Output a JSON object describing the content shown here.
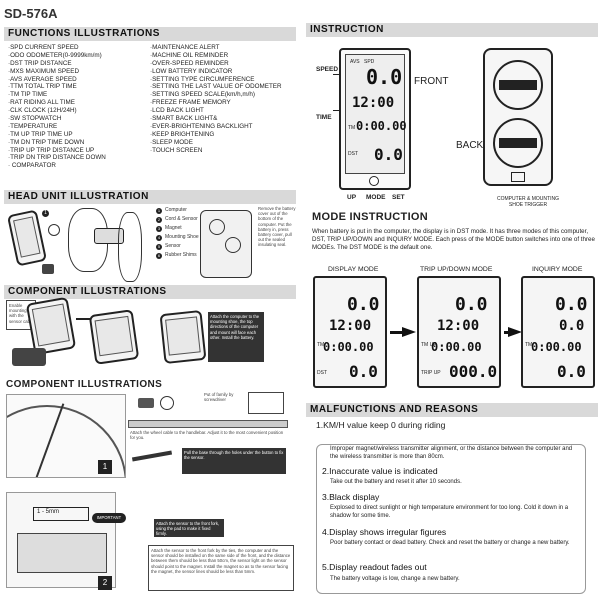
{
  "title": "SD-576A",
  "left": {
    "functions_heading": "FUNCTIONS ILLUSTRATIONS",
    "functions_col1": [
      "SPD   CURRENT SPEED",
      "ODO   ODOMETER(0-9999km/m)",
      "DST   TRIP DISTANCE",
      "MXS   MAXIMUM SPEED",
      "AVS   AVERAGE SPEED",
      "TTM   TOTAL TRIP TIME",
      "TM    TIP TIME",
      "RAT   RIDING ALL TIME",
      "CLK   CLOCK (12H/24H)",
      "SW    STOPWATCH",
      "TEMPERATURE",
      "TM UP   TRIP TIME UP",
      "TM DN   TRIP TIME DOWN",
      "TRIP UP   TRIP DISTANCE UP",
      "TRIP DN   TRIP DISTANCE DOWN",
      "      COMPARATOR"
    ],
    "functions_col2": [
      "MAINTENANCE ALERT",
      "MACHINE OIL REMINDER",
      "OVER-SPEED REMINDER",
      "LOW BATTERY INDICATOR",
      "SETTING TYPE CIRCUMFERENCE",
      "SETTING THE LAST VALUE OF ODOMETER",
      "SETTING SPEED SCALE(km/h,m/h)",
      "FREEZE FRAME MEMORY",
      "LCD BACK LIGHT",
      "SMART BACK LIGHT&",
      "EVER-BRIGHTENING BACKLIGHT",
      "KEEP BRIGHTENING",
      "SLEEP MODE",
      "TOUCH SCREEN"
    ],
    "head_unit_heading": "HEAD UNIT ILLUSTRATION",
    "parts": [
      {
        "n": "1",
        "label": "Computer"
      },
      {
        "n": "2",
        "label": "Cord & Sensor"
      },
      {
        "n": "3",
        "label": "Magnet"
      },
      {
        "n": "4",
        "label": "Mounting Shoe"
      },
      {
        "n": "5",
        "label": "Sensor"
      },
      {
        "n": "6",
        "label": "Rubber Shims"
      }
    ],
    "head_unit_note": "Remove the battery cover out of the bottom of the computer. Put the battery in, press battery cover, pull out the sealed insulating seal.",
    "component_heading_1": "COMPONENT ILLUSTRATIONS",
    "component_note_1": "Enable mounting with the sensor cable",
    "component_note_2": "Attach the computer to the mounting shoe, the top directions of the computer and mount will face each other. Install the battery.",
    "component_heading_2": "COMPONENT ILLUSTRATIONS",
    "component_note_3": "Put of family by screwdriver",
    "component_note_4": "Attach the wheel cable to the handlebar. Adjust it to the most convenient position for you.",
    "component_note_5": "Pull the base through the holes under the button to fix the sensor.",
    "step_marker_1": "1",
    "step_marker_2": "2",
    "gap_label": "1 - 5mm",
    "important_label": "IMPORTANT",
    "sensor_note": "Attach the sensor to the front fork, using the pad to make it fixed firmly.",
    "sensor_note_long": "Attach the sensor to the front fork by the ties, the computer and the sensor should be installed on the same side of the front, and the distance between them should be less than 50cm, the sensor light on the sensor should point to the magnet. Install the magnet so as to the sensor facing the magnet, the sensor lines should be less than 5mm."
  },
  "right": {
    "instruction_heading": "INSTRUCTION",
    "callouts": {
      "speed": "SPEED",
      "time": "TIME",
      "front": "FRONT",
      "back": "BACK"
    },
    "buttons": {
      "up": "UP",
      "mode": "MODE",
      "set": "SET"
    },
    "mount_caption": "COMPUTER & MOUNTING SHOE TRIGGER",
    "main_lcd": {
      "speed": "0.0",
      "clock": "12:00",
      "tm_label": "TM",
      "tm": "0:00.00",
      "dst_label": "DST",
      "dst": "0.0",
      "avs": "AVS",
      "spd": "SPD"
    },
    "mode_heading": "MODE INSTRUCTION",
    "mode_text": "When battery is put in the computer, the display is in DST mode. It has three modes of this computer, DST, TRIP UP/DOWN and INQUIRY MODE. Each press of the MODE button switches into one of three MODEs. The DST MODE is the default one.",
    "modes": [
      {
        "label": "DISPLAY MODE",
        "top": "0.0",
        "clock": "12:00",
        "mid": "0:00.00",
        "bot": "0.0",
        "bot_label": "DST",
        "tm_label": "TM"
      },
      {
        "label": "TRIP UP/DOWN  MODE",
        "top": "0.0",
        "clock": "12:00",
        "mid": "0:00.00",
        "bot": "000.0",
        "bot_label": "TRIP UP",
        "tm_label": "TM UP"
      },
      {
        "label": "INQUIRY MODE",
        "top": "0.0",
        "clock": "0.0",
        "mid": "0:00.00",
        "bot": "0.0",
        "bot_label": "",
        "tm_label": "TM"
      }
    ],
    "mal_heading": "MALFUNCTIONS AND REASONS",
    "malfunctions": [
      {
        "title": "1.KM/H value keep 0 during riding",
        "text": "Improper magnet/wireless transmitter alignment, or the distance between the computer and the wireless transmitter is more than 80cm."
      },
      {
        "title": "2.Inaccurate  value  is  indicated",
        "text": "Take out the battery and reset it after 10 seconds."
      },
      {
        "title": "3.Black display",
        "text": "Explosed to direct sunlight or high temperature  environment for too long. Cold it down in a shadow for some time."
      },
      {
        "title": "4.Display shows irregular figures",
        "text": "Poor battery contact or dead battery. Check and reset the battery or change a new battery."
      },
      {
        "title": "5.Display readout fades out",
        "text": "The battery voltage is low, change a new battery."
      }
    ]
  }
}
